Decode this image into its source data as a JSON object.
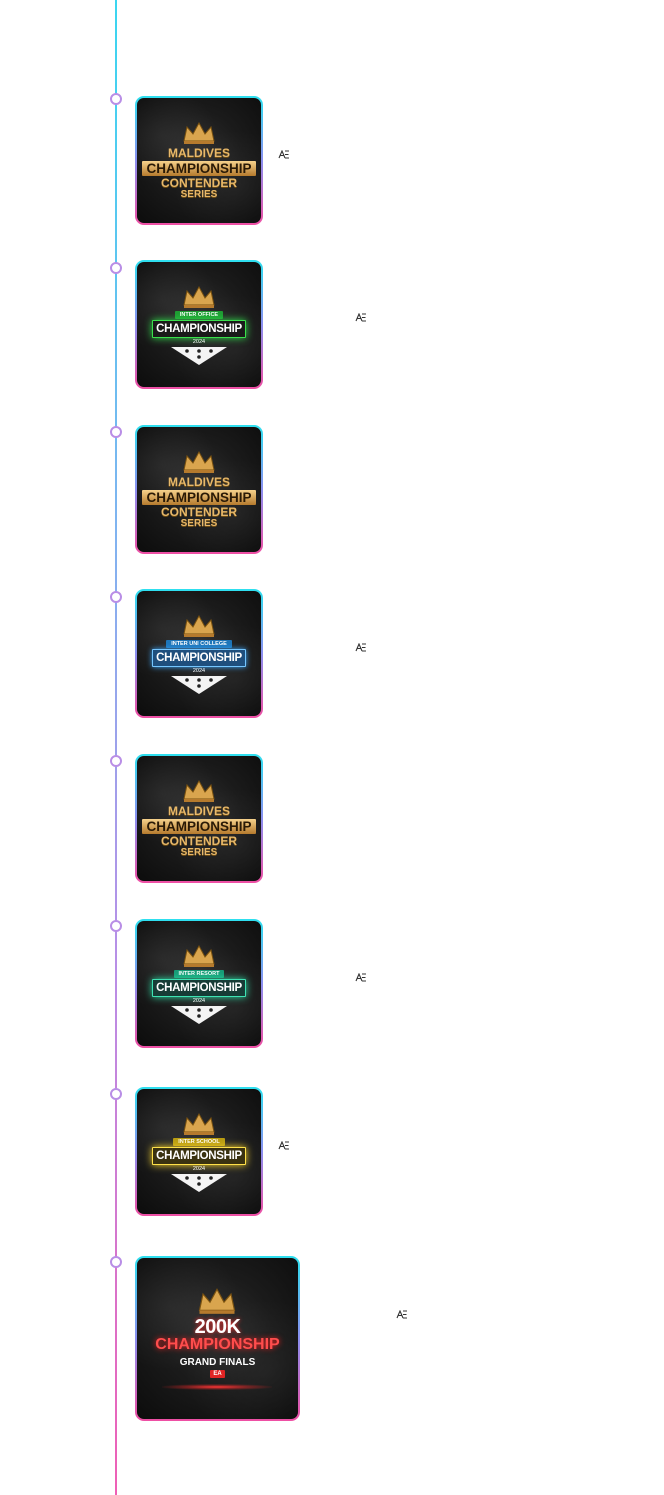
{
  "events": [
    {
      "id": "mccs-1",
      "style": "gold",
      "badge_lines": [
        "MALDIVES",
        "CHAMPIONSHIP",
        "CONTENDER",
        "SERIES"
      ]
    },
    {
      "id": "inter-office",
      "style": "green",
      "tag": "INTER OFFICE",
      "title": "CHAMPIONSHIP",
      "year": "2024"
    },
    {
      "id": "mccs-2",
      "style": "gold",
      "badge_lines": [
        "MALDIVES",
        "CHAMPIONSHIP",
        "CONTENDER",
        "SERIES"
      ]
    },
    {
      "id": "inter-uni-college",
      "style": "blue",
      "tag": "INTER UNI COLLEGE",
      "title": "CHAMPIONSHIP",
      "year": "2024"
    },
    {
      "id": "mccs-3",
      "style": "gold",
      "badge_lines": [
        "MALDIVES",
        "CHAMPIONSHIP",
        "CONTENDER",
        "SERIES"
      ]
    },
    {
      "id": "inter-resort",
      "style": "teal",
      "tag": "INTER RESORT",
      "title": "CHAMPIONSHIP",
      "year": "2024"
    },
    {
      "id": "inter-school",
      "style": "yellow",
      "tag": "INTER SCHOOL",
      "title": "CHAMPIONSHIP",
      "year": "2024"
    },
    {
      "id": "grand-finals",
      "style": "red-finals",
      "big_number": "200K",
      "title": "CHAMPIONSHIP",
      "subtitle": "GRAND FINALS",
      "chip": "EA"
    }
  ],
  "icons": {
    "timeline_node": "circle-node-icon",
    "crown": "crown-icon",
    "publisher": "ea-logo-icon"
  },
  "colors": {
    "accent_cyan": "#2de0ef",
    "accent_pink": "#ef4fa4",
    "gold": "#e7b86a"
  }
}
